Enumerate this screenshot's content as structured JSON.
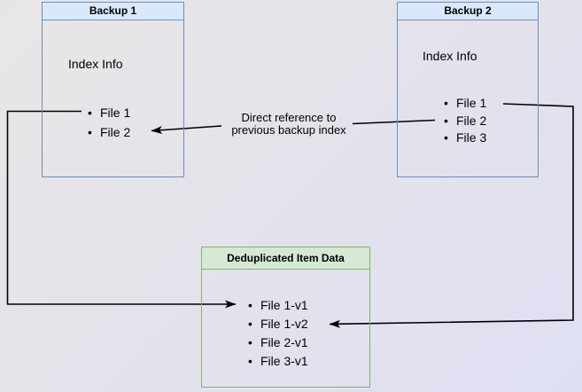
{
  "diagram": {
    "backup1": {
      "title": "Backup 1",
      "subtitle": "Index Info",
      "files": [
        "File 1",
        "File 2"
      ]
    },
    "backup2": {
      "title": "Backup 2",
      "subtitle": "Index Info",
      "files": [
        "File 1",
        "File 2",
        "File 3"
      ]
    },
    "dedup": {
      "title": "Deduplicated Item Data",
      "files": [
        "File 1-v1",
        "File 1-v2",
        "File 2-v1",
        "File 3-v1"
      ]
    },
    "edge_label": {
      "line1": "Direct reference to",
      "line2": "previous backup index"
    }
  },
  "colors": {
    "page_bg_start": "#e8e6e5",
    "page_bg_end": "#dfdff4",
    "blue_fill": "#dae8fc",
    "blue_border": "#6c8ebf",
    "green_fill": "#d5e8d4",
    "green_border": "#82b366",
    "line_color": "#000000",
    "text_color": "#000000"
  }
}
